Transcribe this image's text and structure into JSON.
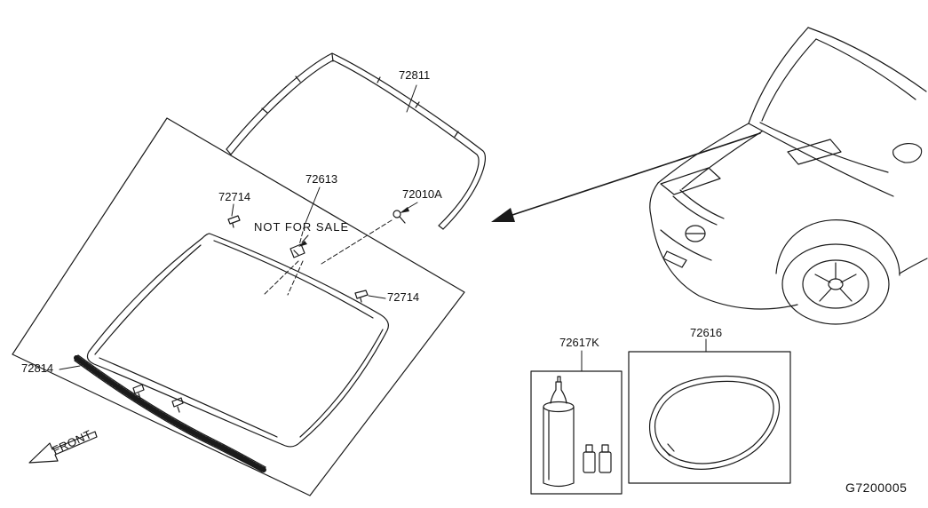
{
  "diagram": {
    "figure_code": "G7200005",
    "note": "NOT FOR SALE",
    "front_label": "FRONT",
    "callouts": {
      "upper_molding": "72811",
      "clip_top": "72714",
      "spacer_assembly": "72613",
      "screw": "72010A",
      "clip_side": "72714",
      "lower_molding": "72814",
      "sealant_kit": "72617K",
      "dam_rubber": "72616"
    },
    "colors": {
      "line": "#1a1a1a",
      "background": "#ffffff"
    }
  }
}
